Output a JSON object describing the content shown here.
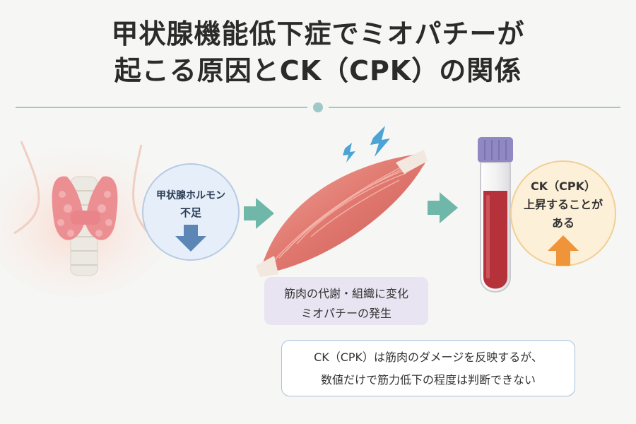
{
  "title": {
    "line1": "甲状腺機能低下症でミオパチーが",
    "line2": "起こる原因とCK（CPK）の関係"
  },
  "hormone_bubble": {
    "line1": "甲状腺ホルモン",
    "line2": "不足"
  },
  "muscle_caption": {
    "line1": "筋肉の代謝・組織に変化",
    "line2": "ミオパチーの発生"
  },
  "ck_bubble": {
    "line1": "CK（CPK）",
    "line2": "上昇することが",
    "line3": "ある"
  },
  "note": {
    "line1": "CK（CPK）は筋肉のダメージを反映するが、",
    "line2": "数値だけで筋力低下の程度は判断できない"
  },
  "colors": {
    "title_text": "#2b2b2b",
    "divider": "#9fc9c6",
    "flow_arrow": "#6fb7a9",
    "down_arrow": "#5b86b6",
    "up_arrow": "#f0943a",
    "hormone_bubble_bg": "#e6eff9",
    "ck_bubble_bg": "#fdf0d8",
    "muscle": "#e4847c",
    "blood": "#b5323a",
    "tube_cap": "#8f88c2",
    "thyroid": "#ec8f93"
  },
  "icons": [
    "thyroid-illustration",
    "muscle-illustration",
    "lightning-icon",
    "blood-tube-illustration",
    "down-arrow-icon",
    "up-arrow-icon",
    "flow-arrow-icon"
  ]
}
